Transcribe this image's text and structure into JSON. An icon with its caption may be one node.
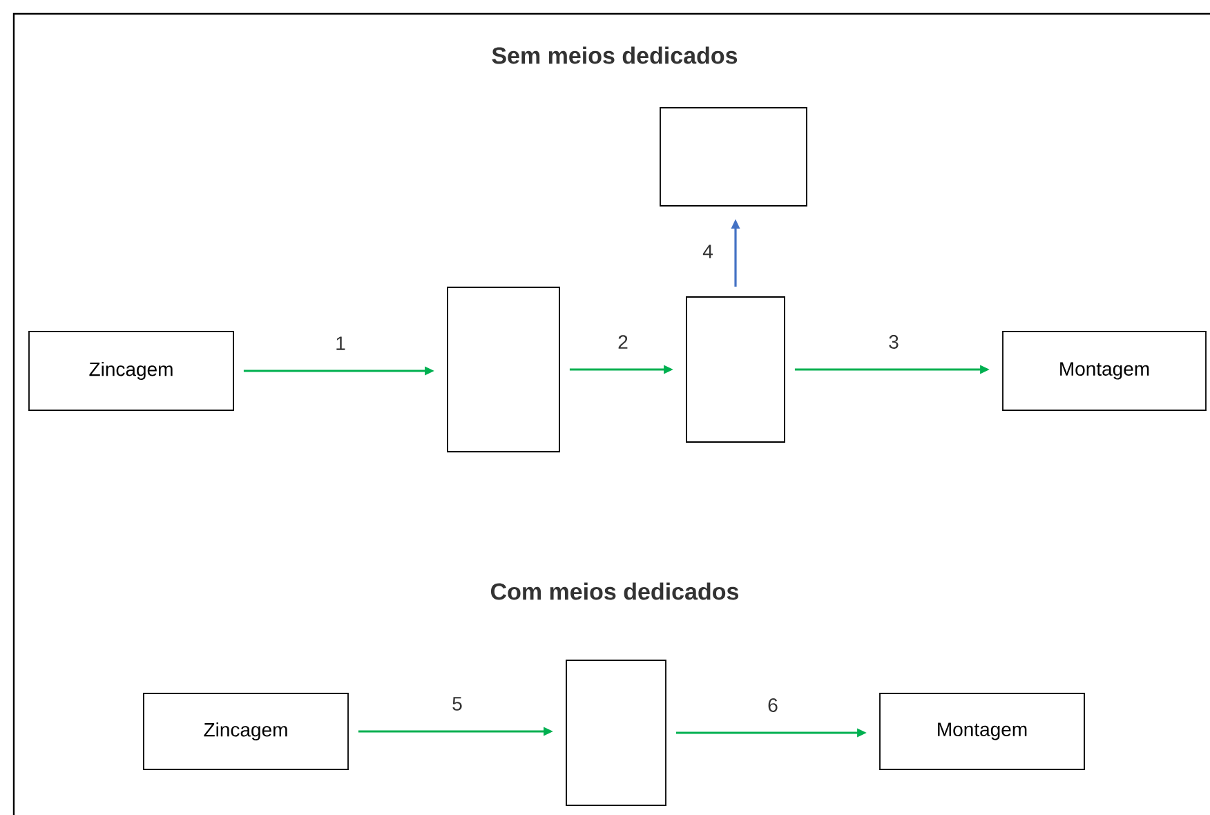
{
  "diagram": {
    "nodes": [
      {
        "text": [
          "Zincagem"
        ]
      },
      {
        "text": [],
        "shape": "box"
      },
      {
        "text": [],
        "shape": "box"
      },
      {
        "text": [],
        "shape": "box"
      },
      {
        "text": [
          "Montagem"
        ]
      },
      {
        "text": [
          "Zincagem"
        ]
      },
      {
        "text": [],
        "shape": "box"
      },
      {
        "text": [
          "Montagem"
        ]
      }
    ],
    "edges": [
      {
        "from": 0,
        "to": 1,
        "arrow": "to",
        "label": "1"
      },
      {
        "from": 1,
        "to": 3,
        "arrow": "to",
        "label": "2"
      },
      {
        "from": 3,
        "to": 4,
        "arrow": "to",
        "label": "3"
      },
      {
        "from": 3,
        "to": 2,
        "arrow": "to",
        "label": "4",
        "color": "#4472c4"
      },
      {
        "from": 5,
        "to": 6,
        "arrow": "to",
        "label": "5"
      },
      {
        "from": 6,
        "to": 7,
        "arrow": "to",
        "label": "6"
      }
    ],
    "labels": [
      "Sem meios dedicados",
      "Com meios dedicados"
    ]
  }
}
